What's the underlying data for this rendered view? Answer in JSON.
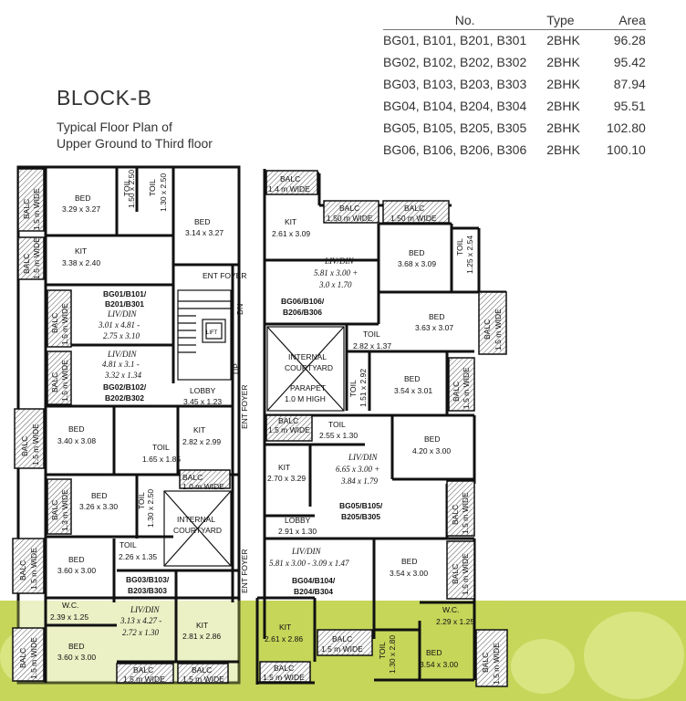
{
  "header": {
    "title": "BLOCK-B",
    "subtitle_line1": "Typical Floor Plan of",
    "subtitle_line2": "Upper Ground to Third floor"
  },
  "units_table": {
    "columns": [
      "No.",
      "Type",
      "Area"
    ],
    "rows": [
      {
        "no": "BG01, B101, B201, B301",
        "type": "2BHK",
        "area": "96.28"
      },
      {
        "no": "BG02, B102, B202, B302",
        "type": "2BHK",
        "area": "95.42"
      },
      {
        "no": "BG03, B103, B203, B303",
        "type": "2BHK",
        "area": "87.94"
      },
      {
        "no": "BG04, B104, B204, B304",
        "type": "2BHK",
        "area": "95.51"
      },
      {
        "no": "BG05, B105, B205, B305",
        "type": "2BHK",
        "area": "102.80"
      },
      {
        "no": "BG06, B106, B206, B306",
        "type": "2BHK",
        "area": "100.10"
      }
    ]
  },
  "plan": {
    "left_bed1_name": "BED",
    "left_bed1_dim": "3.29 x 3.27",
    "left_toil1_name": "TOIL",
    "left_toil1_dim": "1.50 x 2.50",
    "left_toil2_name": "TOIL",
    "left_toil2_dim": "1.30 x 2.50",
    "left_bed2_name": "BED",
    "left_bed2_dim": "3.14 x 3.27",
    "left_kit1_name": "KIT",
    "left_kit1_dim": "3.38 x 2.40",
    "unit_bg01_l1": "BG01/B101/",
    "unit_bg01_l2": "B201/B301",
    "unit_bg01_ldd": "LIV/DIN",
    "unit_bg01_d1": "3.01 x 4.81 -",
    "unit_bg01_d2": "2.75 x 3.10",
    "unit_bg02_ldd": "LIV/DIN",
    "unit_bg02_d1": "4.81 x 3.1 -",
    "unit_bg02_d2": "3.32 x 1.34",
    "unit_bg02_l1": "BG02/B102/",
    "unit_bg02_l2": "B202/B302",
    "ent_foyer_top": "ENT FOYER",
    "dn": "DN",
    "up": "UP",
    "lift": "LIFT",
    "ent_foyer_v1": "ENT FOYER",
    "ent_foyer_v2": "ENT FOYER",
    "lobby1_name": "LOBBY",
    "lobby1_dim": "3.45 x 1.23",
    "left_bed3_name": "BED",
    "left_bed3_dim": "3.40 x 3.08",
    "left_toil3_name": "TOIL",
    "left_toil3_dim": "1.65 x 1.85",
    "left_kit2_name": "KIT",
    "left_kit2_dim": "2.82 x 2.99",
    "left_bed4_name": "BED",
    "left_bed4_dim": "3.26 x 3.30",
    "left_toil4_name": "TOIL",
    "left_toil4_dim": "1.30 x 2.50",
    "courtyard_l_1": "INTERNAL",
    "courtyard_l_2": "COURTYARD",
    "left_bed5_name": "BED",
    "left_bed5_dim": "3.60 x 3.00",
    "left_toil5_name": "TOIL",
    "left_toil5_dim": "2.26 x 1.35",
    "unit_bg03_l1": "BG03/B103/",
    "unit_bg03_l2": "B203/B303",
    "unit_bg03_ldd": "LIV/DIN",
    "unit_bg03_d1": "3.13 x 4.27 -",
    "unit_bg03_d2": "2.72 x 1.30",
    "left_kit3_name": "KIT",
    "left_kit3_dim": "2.81 x 2.86",
    "left_wc_name": "W.C.",
    "left_wc_dim": "2.39 x 1.25",
    "left_bed6_name": "BED",
    "left_bed6_dim": "3.60 x 3.00",
    "balc_15": "1.5 m WIDE",
    "balc_13": "1.3 m WIDE",
    "balc_10": "1.0 m WIDE",
    "balc_14": "1.4 m WIDE",
    "balc_150": "1.50 m WIDE",
    "balc_word": "BALC",
    "right_kit1_name": "KIT",
    "right_kit1_dim": "2.61 x 3.09",
    "right_ldd1": "LIV/DIN",
    "right_ldd1_d1": "5.81 x 3.00 +",
    "right_ldd1_d2": "3.0 x 1.70",
    "unit_bg06_l1": "BG06/B106/",
    "unit_bg06_l2": "B206/B306",
    "right_bed1_name": "BED",
    "right_bed1_dim": "3.68 x 3.09",
    "right_toil1_name": "TOIL",
    "right_toil1_dim": "1.25 x 2.54",
    "right_bed2_name": "BED",
    "right_bed2_dim": "3.63 x 3.07",
    "right_toil2_name": "TOIL",
    "right_toil2_dim": "2.82 x 1.37",
    "courtyard_r_1": "INTERNAL",
    "courtyard_r_2": "COURTYARD",
    "parapet_1": "PARAPET",
    "parapet_2": "1.0 M HIGH",
    "right_toil3_name": "TOIL",
    "right_toil3_dim": "1.51 x 2.92",
    "right_bed3_name": "BED",
    "right_bed3_dim": "3.54 x 3.01",
    "right_toil4_name": "TOIL",
    "right_toil4_dim": "2.55 x 1.30",
    "right_bed4_name": "BED",
    "right_bed4_dim": "4.20 x 3.00",
    "right_kit2_name": "KIT",
    "right_kit2_dim": "2.70 x 3.29",
    "right_ldd2": "LIV/DIN",
    "right_ldd2_d1": "6.65 x 3.00 +",
    "right_ldd2_d2": "3.84 x 1.79",
    "unit_bg05_l1": "BG05/B105/",
    "unit_bg05_l2": "B205/B305",
    "lobby2_name": "LOBBY",
    "lobby2_dim": "2.91 x 1.30",
    "right_ldd3": "LIV/DIN",
    "right_ldd3_d1": "5.81 x 3.00 - 3.09 x 1.47",
    "unit_bg04_l1": "BG04/B104/",
    "unit_bg04_l2": "B204/B304",
    "right_bed5_name": "BED",
    "right_bed5_dim": "3.54 x 3.00",
    "right_wc_name": "W.C.",
    "right_wc_dim": "2.29 x 1.25",
    "right_kit3_name": "KIT",
    "right_kit3_dim": "2.61 x 2.86",
    "right_toil5_name": "TOIL",
    "right_toil5_dim": "1.30 x 2.80",
    "right_bed6_name": "BED",
    "right_bed6_dim": "3.54 x 3.00"
  }
}
